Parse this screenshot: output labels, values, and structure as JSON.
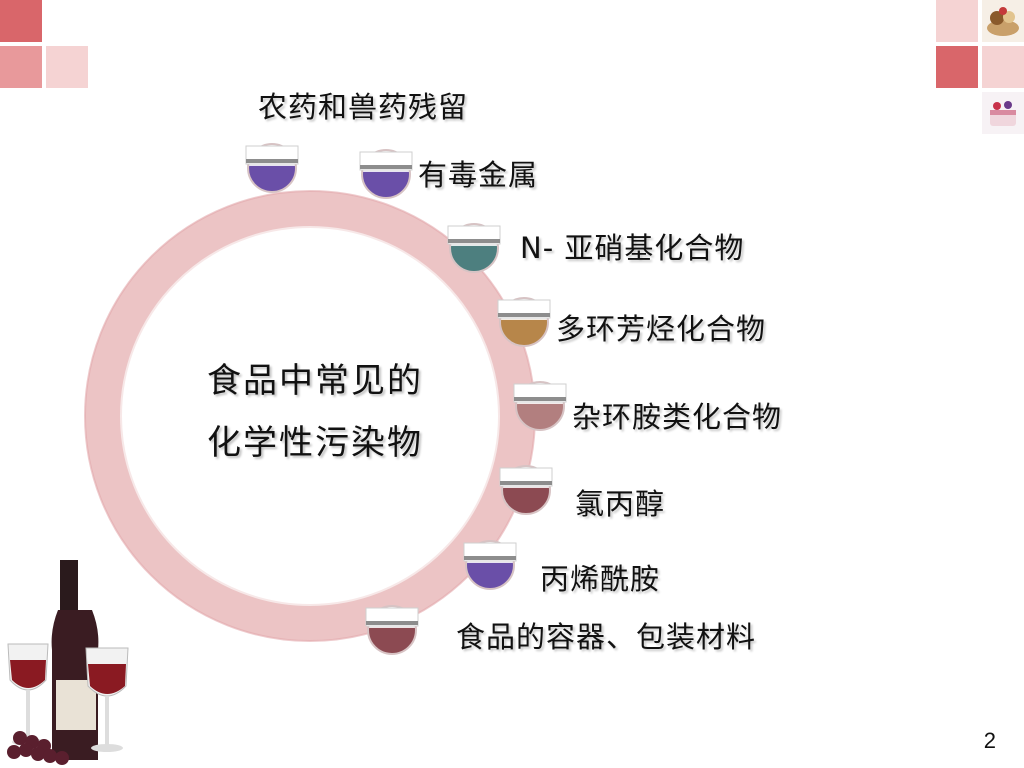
{
  "slide": {
    "center_title_line1": "食品中常见的",
    "center_title_line2": "化学性污染物",
    "page_number": "2"
  },
  "items": [
    {
      "label": "农药和兽药残留",
      "color": "#6a4fa8"
    },
    {
      "label": "有毒金属",
      "color": "#6a4fa8"
    },
    {
      "label": "N- 亚硝基化合物",
      "color": "#4d7f7f"
    },
    {
      "label": "多环芳烃化合物",
      "color": "#b7864a"
    },
    {
      "label": "杂环胺类化合物",
      "color": "#b27f7f"
    },
    {
      "label": "氯丙醇",
      "color": "#8c4a52"
    },
    {
      "label": "丙烯酰胺",
      "color": "#6a4fa8"
    },
    {
      "label": "食品的容器、包装材料",
      "color": "#8c4a52"
    }
  ],
  "theme": {
    "accent": "#d9666a",
    "ring": "#ecc4c5"
  },
  "images": {
    "top_right_1": "dessert-photo",
    "top_right_2": "cake-photo",
    "bottom_left": "wine-bottle-glasses-grapes"
  }
}
